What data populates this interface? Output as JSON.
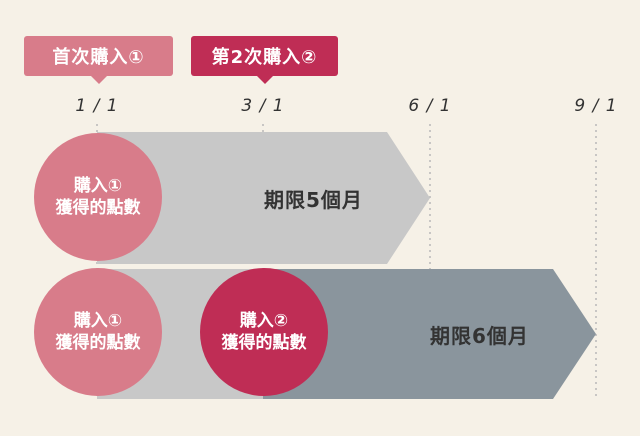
{
  "tags": {
    "purchase1": "首次購入①",
    "purchase2": "第2次購入②"
  },
  "dates": [
    "1 / 1",
    "3 / 1",
    "6 / 1",
    "9 / 1"
  ],
  "row1": {
    "circle_line1": "購入①",
    "circle_line2": "獲得的點數",
    "period": "期限5個月"
  },
  "row2": {
    "circle1_line1": "購入①",
    "circle1_line2": "獲得的點數",
    "circle2_line1": "購入②",
    "circle2_line2": "獲得的點數",
    "period": "期限6個月"
  },
  "colors": {
    "background": "#f6f1e7",
    "pink": "#d87c8a",
    "crimson": "#bf2d55",
    "light_gray": "#c8c8c8",
    "slate_gray": "#8a959d"
  }
}
